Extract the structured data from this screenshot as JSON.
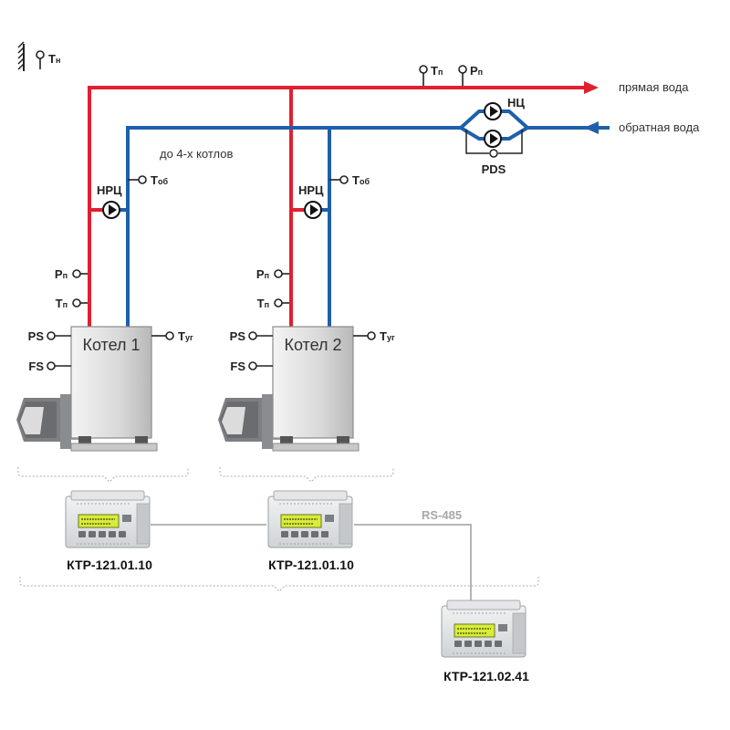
{
  "outdoor_sensor": {
    "label": "Т",
    "sub": "н"
  },
  "pipes": {
    "supply_label": "прямая вода",
    "return_label": "обратная вода"
  },
  "colors": {
    "supply": "#e02030",
    "return": "#1f5faa",
    "bus": "#b5b5b5",
    "lcd": "#d8ec3a"
  },
  "common_sensors": [
    {
      "label": "Т",
      "sub": "п"
    },
    {
      "label": "Р",
      "sub": "п"
    }
  ],
  "network_pump": {
    "label": "НЦ",
    "pds_label": "PDS"
  },
  "boiler_count_note": "до 4-х котлов",
  "boilers": [
    {
      "name": "Котел 1",
      "pump_label": "НРЦ",
      "return_sensor": {
        "label": "Т",
        "sub": "об"
      },
      "pressure_sensor": {
        "label": "Р",
        "sub": "п"
      },
      "temp_sensor": {
        "label": "Т",
        "sub": "п"
      },
      "ps_label": "PS",
      "fs_label": "FS",
      "flue_sensor": {
        "label": "Т",
        "sub": "уг"
      },
      "controller": "КТР-121.01.10"
    },
    {
      "name": "Котел 2",
      "pump_label": "НРЦ",
      "return_sensor": {
        "label": "Т",
        "sub": "об"
      },
      "pressure_sensor": {
        "label": "Р",
        "sub": "п"
      },
      "temp_sensor": {
        "label": "Т",
        "sub": "п"
      },
      "ps_label": "PS",
      "fs_label": "FS",
      "flue_sensor": {
        "label": "Т",
        "sub": "уг"
      },
      "controller": "КТР-121.01.10"
    }
  ],
  "bus_label": "RS-485",
  "master_controller": "КТР-121.02.41"
}
